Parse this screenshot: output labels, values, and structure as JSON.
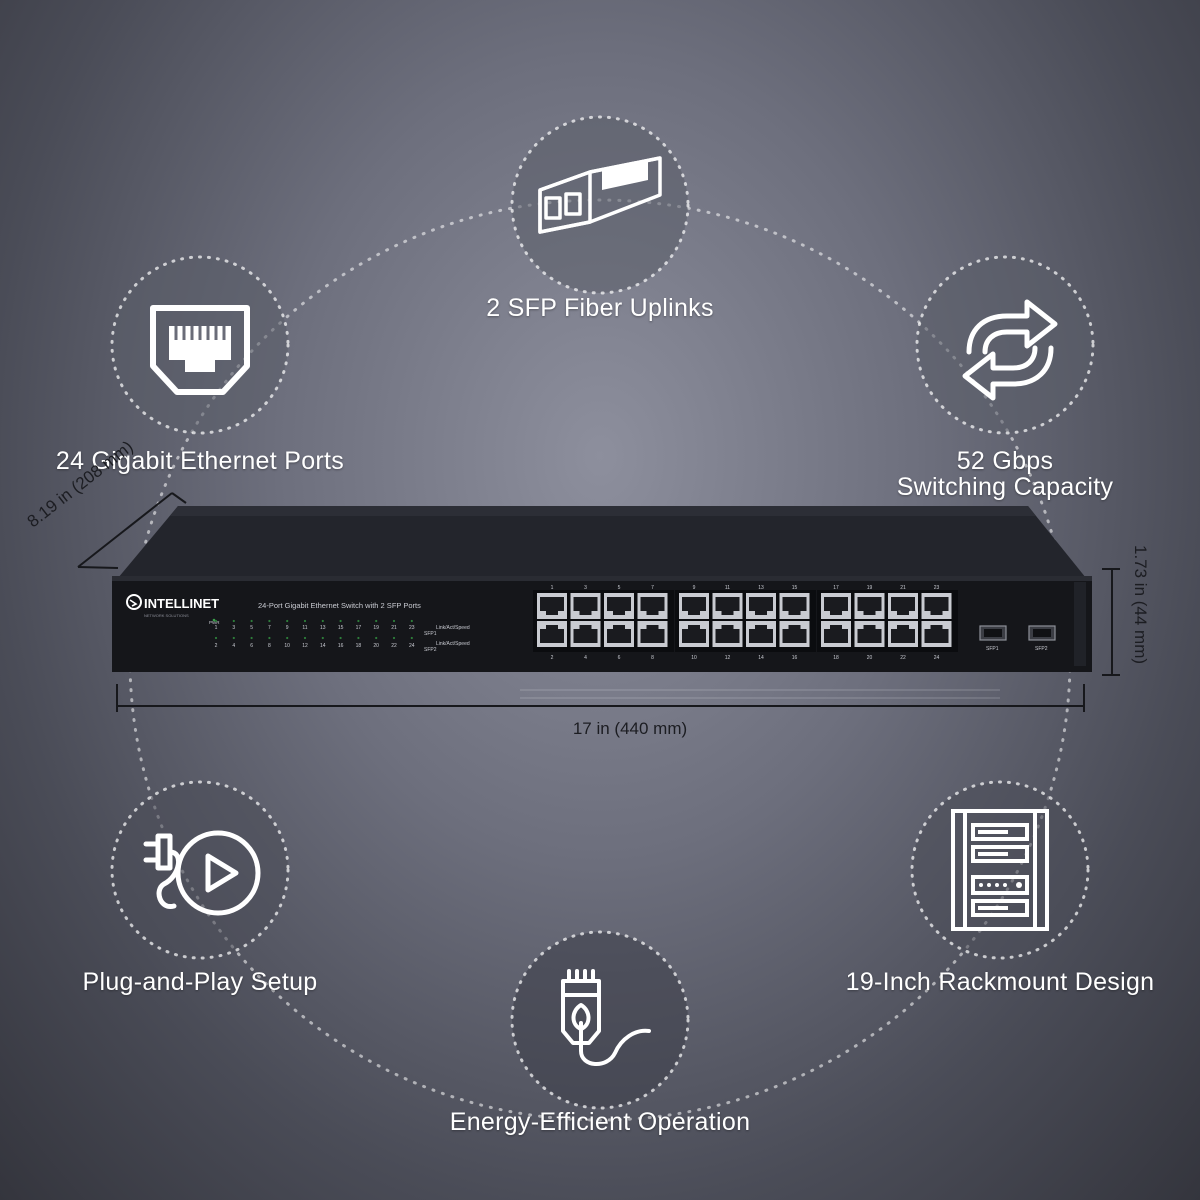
{
  "features": {
    "sfp_uplinks": "2 SFP Fiber Uplinks",
    "ethernet_ports": "24 Gigabit Ethernet Ports",
    "switching_capacity_line1": "52 Gbps",
    "switching_capacity_line2": "Switching Capacity",
    "plug_and_play": "Plug-and-Play Setup",
    "rackmount": "19-Inch Rackmount Design",
    "energy": "Energy-Efficient Operation"
  },
  "dimensions": {
    "depth": "8.19 in (208 mm)",
    "height": "1.73 in (44 mm)",
    "width": "17 in (440 mm)"
  },
  "device": {
    "brand": "INTELLINET",
    "brand_tagline": "NETWORK SOLUTIONS",
    "model_text": "24-Port Gigabit Ethernet Switch with 2 SFP Ports",
    "pwr_label": "PWR",
    "link_label_1": "Link/Act/Speed",
    "link_label_2": "Link/Act/Speed",
    "sfp1_led_label": "SFP1",
    "sfp2_led_label": "SFP2",
    "sfp1_port_label": "SFP1",
    "sfp2_port_label": "SFP2",
    "led_top_numbers": [
      "1",
      "3",
      "5",
      "7",
      "9",
      "11",
      "13",
      "15",
      "17",
      "19",
      "21",
      "23"
    ],
    "led_bottom_numbers": [
      "2",
      "4",
      "6",
      "8",
      "10",
      "12",
      "14",
      "16",
      "18",
      "20",
      "22",
      "24"
    ],
    "port_top_numbers": [
      "1",
      "3",
      "5",
      "7",
      "9",
      "11",
      "13",
      "15",
      "17",
      "19",
      "21",
      "23"
    ],
    "port_bottom_numbers": [
      "2",
      "4",
      "6",
      "8",
      "10",
      "12",
      "14",
      "16",
      "18",
      "20",
      "22",
      "24"
    ]
  },
  "colors": {
    "background": "#6d6f7d",
    "icon_stroke": "#ffffff",
    "device_body": "#15161a"
  }
}
